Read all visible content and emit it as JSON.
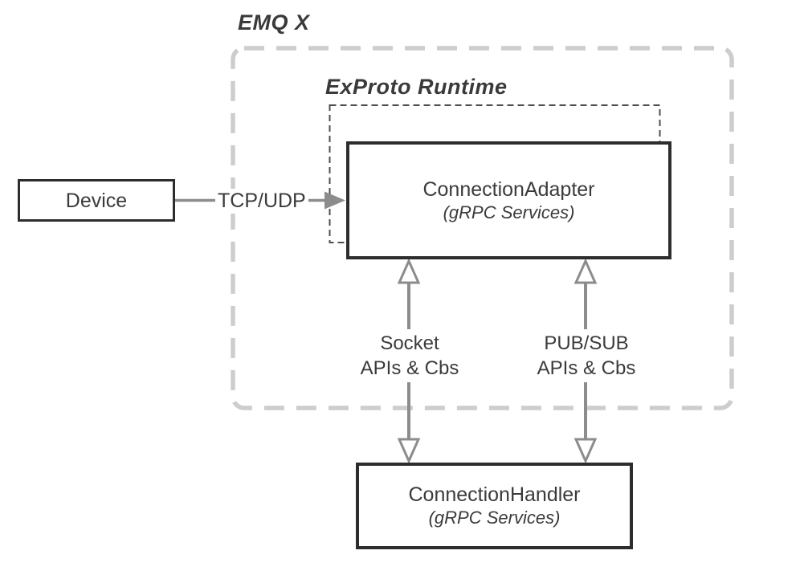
{
  "diagram": {
    "outer_group": {
      "label": "EMQ X"
    },
    "inner_group": {
      "label": "ExProto Runtime"
    },
    "nodes": {
      "device": {
        "label": "Device"
      },
      "connection_adapter": {
        "title": "ConnectionAdapter",
        "subtitle": "(gRPC Services)"
      },
      "connection_handler": {
        "title": "ConnectionHandler",
        "subtitle": "(gRPC Services)"
      }
    },
    "edges": {
      "tcp_udp": {
        "label": "TCP/UDP"
      },
      "socket": {
        "line1": "Socket",
        "line2": "APIs & Cbs"
      },
      "pubsub": {
        "line1": "PUB/SUB",
        "line2": "APIs & Cbs"
      }
    },
    "colors": {
      "outer_dash": "#cdcdcd",
      "inner_dash": "#4e4e4e",
      "arrow": "#8c8c8c",
      "box_border": "#2d2d2d",
      "text": "#3b3b3b",
      "background": "#ffffff"
    }
  }
}
